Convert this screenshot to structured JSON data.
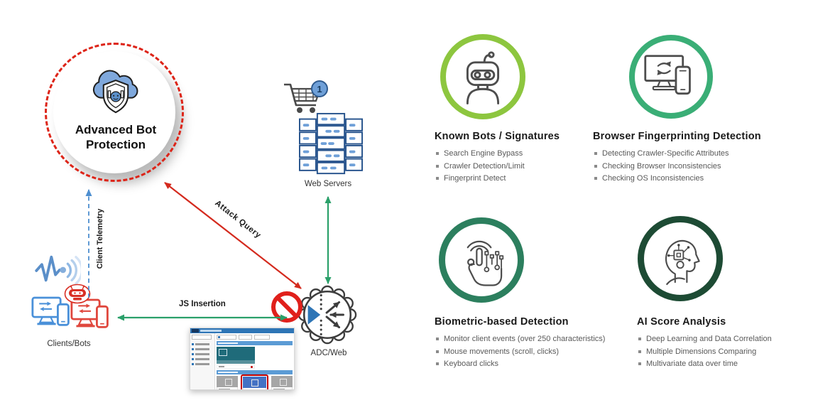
{
  "diagram": {
    "protection_title": "Advanced Bot Protection",
    "web_servers_label": "Web Servers",
    "clients_label": "Clients/Bots",
    "adc_label": "ADC/Web",
    "attack_arrow_label": "Attack Query",
    "js_arrow_label": "JS Insertion",
    "telemetry_arrow_label": "Client Telemetry",
    "cart_badge": "1"
  },
  "features": [
    {
      "title": "Known Bots / Signatures",
      "icon": "robot-icon",
      "ring_color": "#8DC63F",
      "bullets": [
        "Search Engine Bypass",
        "Crawler Detection/Limit",
        "Fingerprint Detect"
      ]
    },
    {
      "title": "Browser Fingerprinting Detection",
      "icon": "devices-sync-icon",
      "ring_color": "#3AAE76",
      "bullets": [
        "Detecting Crawler-Specific Attributes",
        "Checking Browser Inconsistencies",
        "Checking OS Inconsistencies"
      ]
    },
    {
      "title": "Biometric-based Detection",
      "icon": "hand-touch-icon",
      "ring_color": "#2C7F5E",
      "bullets": [
        "Monitor client events (over 250 characteristics)",
        "Mouse movements (scroll, clicks)",
        "Keyboard clicks"
      ]
    },
    {
      "title": "AI Score Analysis",
      "icon": "ai-head-icon",
      "ring_color": "#1D4B34",
      "bullets": [
        "Deep Learning and Data Correlation",
        "Multiple Dimensions Comparing",
        "Multivariate data over time"
      ]
    }
  ],
  "colors": {
    "attack_red": "#D42A1E",
    "flow_green": "#2BA06A",
    "telemetry_blue": "#4E8FD0",
    "dashed_circle_red": "#DD2418",
    "device_blue": "#4A90D9",
    "device_red": "#E0473D",
    "cloud_blue": "#7FA8DC",
    "heading_text": "#1A1A1A",
    "bullet_text": "#595959"
  }
}
